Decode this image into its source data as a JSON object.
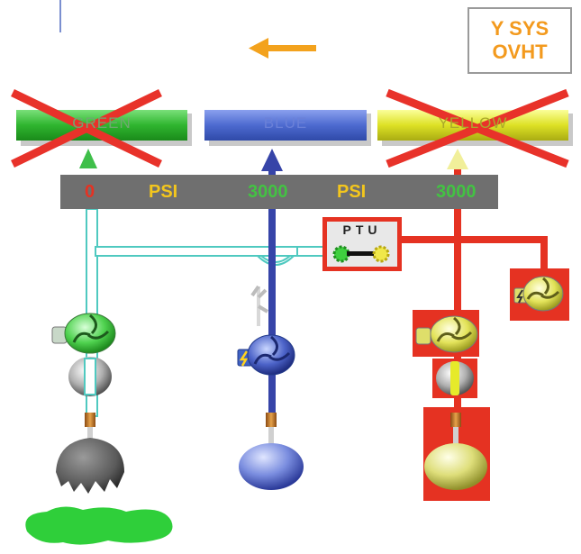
{
  "warning": {
    "line1": "Y SYS",
    "line2": "OVHT"
  },
  "systems": {
    "green": {
      "label": "GREEN",
      "pressure": "0",
      "color": "#2fb52f"
    },
    "blue": {
      "label": "BLUE",
      "pressure": "3000",
      "color": "#3f62c4"
    },
    "yellow": {
      "label": "YELLOW",
      "pressure": "3000",
      "color": "#d8de1e"
    }
  },
  "pressure_unit": "PSI",
  "ptu": {
    "label": "PTU"
  },
  "icons": {
    "flow_arrow": "arrow-left-icon",
    "electric": "lightning-icon",
    "failure": "red-x-icon"
  },
  "colors": {
    "accent_amber": "#f3a21d",
    "pressure_green": "#43c243",
    "alert_red": "#e53222",
    "bar_grey": "#6f6f6f"
  }
}
